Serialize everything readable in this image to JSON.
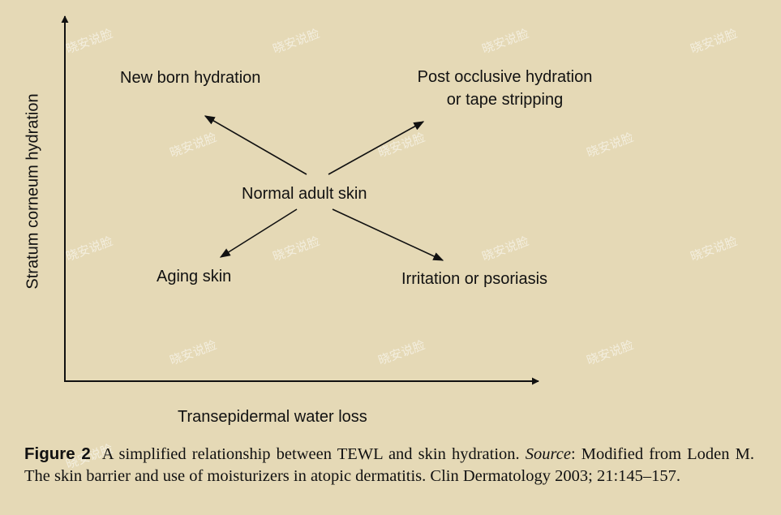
{
  "diagram": {
    "y_axis_label": "Stratum corneum hydration",
    "x_axis_label": "Transepidermal water loss",
    "center_label": "Normal adult skin",
    "quadrants": {
      "top_left": "New born hydration",
      "top_right_line1": "Post occlusive hydration",
      "top_right_line2": "or tape stripping",
      "bottom_left": "Aging skin",
      "bottom_right": "Irritation or psoriasis"
    }
  },
  "caption": {
    "figure_label": "Figure 2",
    "text": "A simplified relationship between TEWL and skin hydration.",
    "source_label": "Source",
    "source_text": ": Modified from Loden M. The skin barrier and use of moisturizers in atopic dermatitis. Clin Dermatology 2003; 21:145–157."
  },
  "watermark": "晓安说脸",
  "colors": {
    "background": "#e5d9b6",
    "ink": "#111111"
  }
}
